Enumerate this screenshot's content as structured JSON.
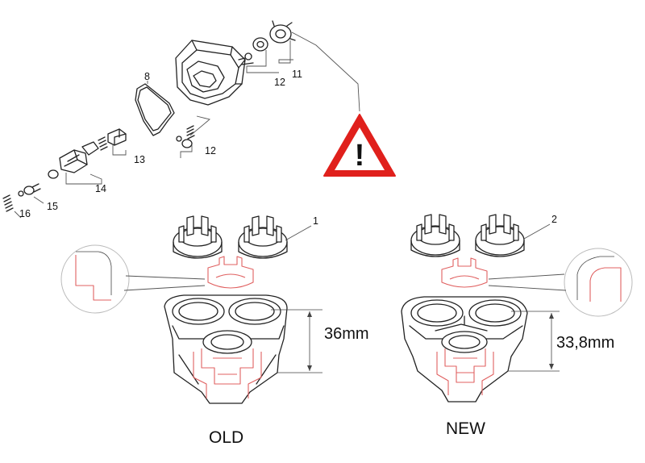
{
  "part_numbers": {
    "p1": "1",
    "p2": "2",
    "p8": "8",
    "p11": "11",
    "p12a": "12",
    "p12b": "12",
    "p13": "13",
    "p14": "14",
    "p15": "15",
    "p16": "16"
  },
  "warning_symbol": "!",
  "warning_color": "#e0201c",
  "highlight_color": "#e06060",
  "old_variant": {
    "caption": "OLD",
    "dimension": "36mm"
  },
  "new_variant": {
    "caption": "NEW",
    "dimension": "33,8mm"
  }
}
